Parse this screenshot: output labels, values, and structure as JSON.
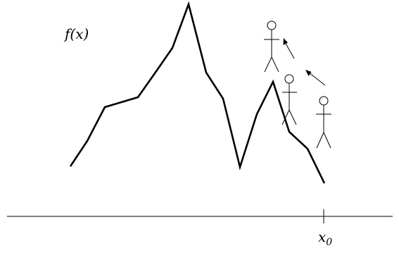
{
  "diagram": {
    "function_label": "f(x)",
    "point_label": {
      "base": "x",
      "subscript": "0"
    },
    "figures": [
      {
        "name": "stick-figure-top"
      },
      {
        "name": "stick-figure-middle"
      },
      {
        "name": "stick-figure-bottom"
      }
    ],
    "colors": {
      "line": "#000000",
      "background": "#ffffff"
    }
  }
}
